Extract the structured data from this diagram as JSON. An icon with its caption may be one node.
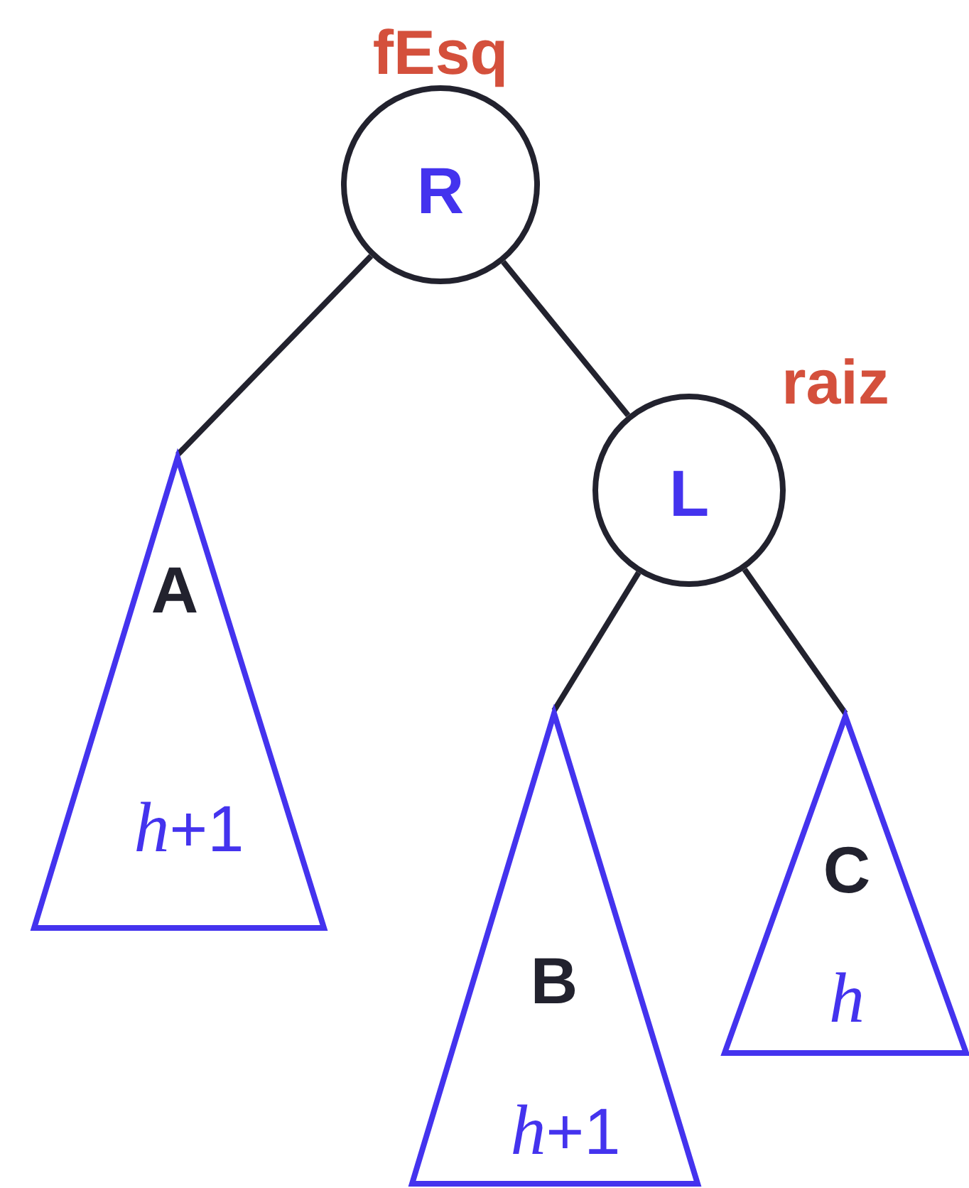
{
  "diagram": {
    "nodes": [
      {
        "text": [
          "R"
        ],
        "beside": [
          "fEsq"
        ]
      },
      {
        "text": [
          "A",
          "*h*+1"
        ]
      },
      {
        "text": [
          "L"
        ],
        "beside": [
          "raiz"
        ]
      },
      {
        "text": [
          "B",
          "*h*+1"
        ]
      },
      {
        "text": [
          "C",
          "*h*"
        ]
      }
    ],
    "edges": [
      {
        "from": 0,
        "to": 1,
        "arrow": "none"
      },
      {
        "from": 0,
        "to": 2,
        "arrow": "none"
      },
      {
        "from": 2,
        "to": 3,
        "arrow": "none"
      },
      {
        "from": 2,
        "to": 4,
        "arrow": "none"
      }
    ]
  }
}
